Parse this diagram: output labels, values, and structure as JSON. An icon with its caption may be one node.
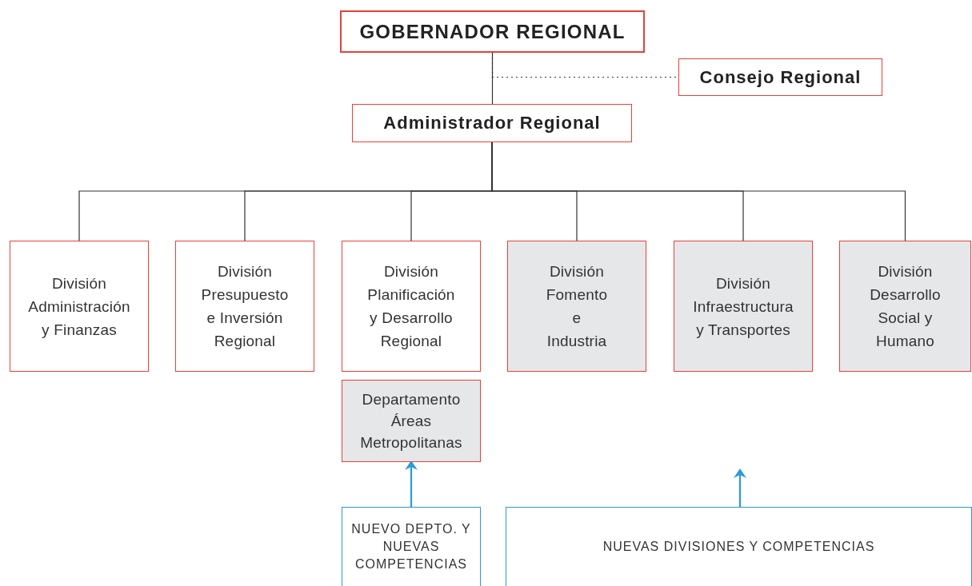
{
  "diagram": {
    "nodes": [
      {
        "text": [
          "GOBERNADOR REGIONAL"
        ]
      },
      {
        "text": [
          "Consejo Regional"
        ]
      },
      {
        "text": [
          "Administrador Regional"
        ]
      },
      {
        "text": [
          "División Administración y Finanzas"
        ]
      },
      {
        "text": [
          "División Presupuesto e Inversión Regional"
        ]
      },
      {
        "text": [
          "División Planificación y Desarrollo Regional"
        ]
      },
      {
        "text": [
          "División Fomento e Industria"
        ]
      },
      {
        "text": [
          "División Infraestructura y Transportes"
        ]
      },
      {
        "text": [
          "División Desarrollo Social y Humano"
        ]
      },
      {
        "text": [
          "Departamento Áreas Metropolitanas"
        ]
      },
      {
        "text": [
          "NUEVO DEPTO. Y NUEVAS COMPETENCIAS"
        ]
      },
      {
        "text": [
          "NUEVAS DIVISIONES Y COMPETENCIAS"
        ]
      }
    ],
    "edges": [
      {
        "from": 0,
        "to": 2,
        "arrow": "none"
      },
      {
        "from": 0,
        "to": 1,
        "arrow": "none",
        "style": "dashed"
      },
      {
        "from": 2,
        "to": 3,
        "arrow": "none"
      },
      {
        "from": 2,
        "to": 4,
        "arrow": "none"
      },
      {
        "from": 2,
        "to": 5,
        "arrow": "none"
      },
      {
        "from": 2,
        "to": 6,
        "arrow": "none"
      },
      {
        "from": 2,
        "to": 7,
        "arrow": "none"
      },
      {
        "from": 2,
        "to": 8,
        "arrow": "none"
      },
      {
        "from": 10,
        "to": 9,
        "arrow": "to",
        "color": "#2a9ad8"
      },
      {
        "from": 11,
        "to": null,
        "arrow": "to",
        "color": "#2a9ad8"
      }
    ]
  }
}
